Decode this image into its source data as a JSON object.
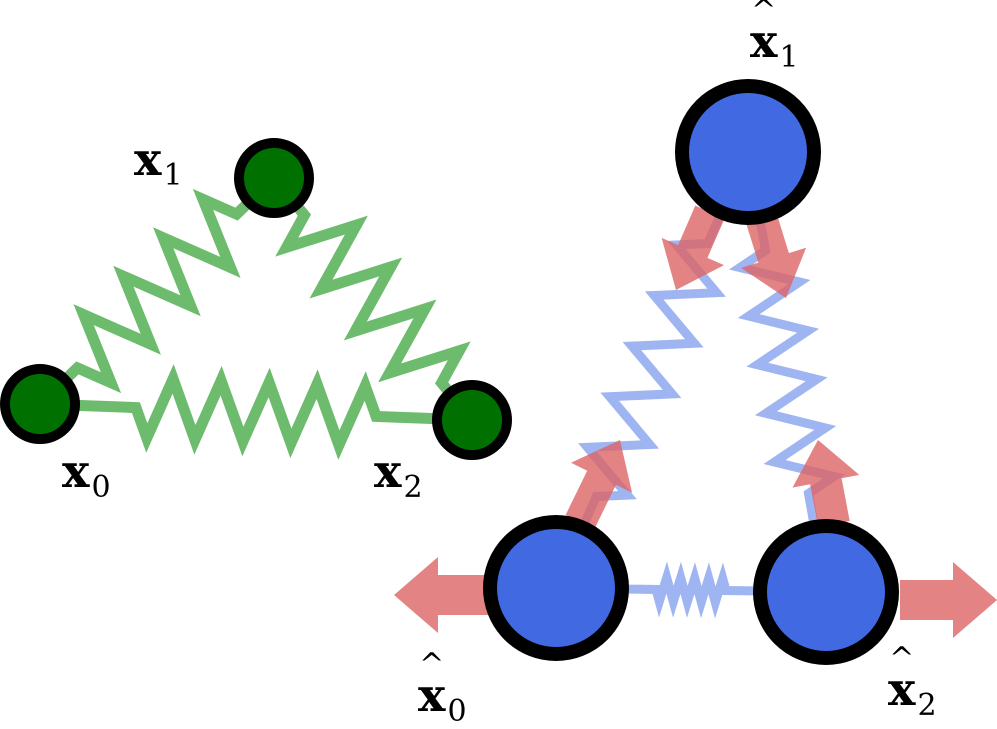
{
  "colors": {
    "original_spring": "#6dbb6d",
    "original_node_fill": "#007000",
    "node_outline": "#000000",
    "perturbed_spring": "#8ea8f0",
    "perturbed_node_fill": "#4169e1",
    "force_arrow": "#dc6464"
  },
  "labels": {
    "x0": {
      "base": "x",
      "sub": "0"
    },
    "x1": {
      "base": "x",
      "sub": "1"
    },
    "x2": {
      "base": "x",
      "sub": "2"
    },
    "xhat0": {
      "hat": "^",
      "base": "x",
      "sub": "0"
    },
    "xhat1": {
      "hat": "^",
      "base": "x",
      "sub": "1"
    },
    "xhat2": {
      "hat": "^",
      "base": "x",
      "sub": "2"
    }
  }
}
